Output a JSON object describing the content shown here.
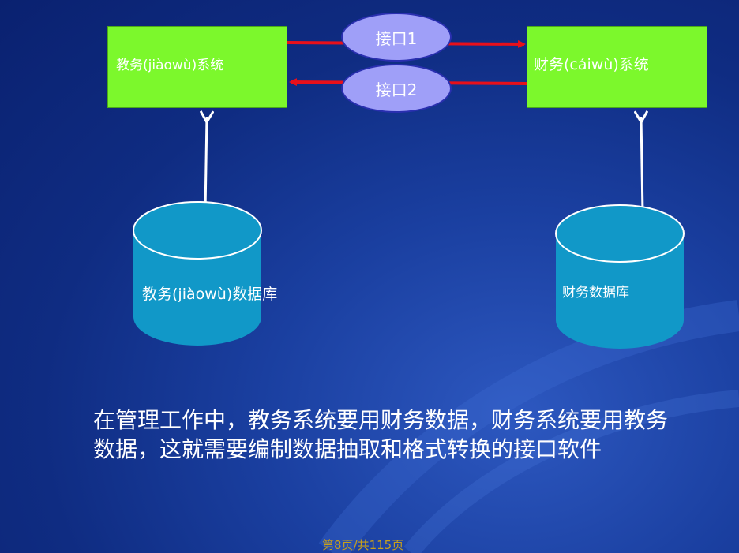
{
  "diagram": {
    "system_left": "教务(jiàowù)系统",
    "system_right": "财务(cáiwù)系统",
    "interface_1": "接口1",
    "interface_2": "接口2",
    "db_left": "教务(jiàowù)数据库",
    "db_right": "财务数据库"
  },
  "body": {
    "paragraph": "在管理工作中，教务系统要用财务数据，财务系统要用教务数据，这就需要编制数据抽取和格式转换的接口软件"
  },
  "footer": {
    "page": "第8页/共115页"
  },
  "colors": {
    "box_fill": "#7cf82c",
    "db_fill": "#1198c8",
    "interface_fill": "#9f9ff8",
    "arrow_red": "#e8101a",
    "background": "#1a3fa0"
  }
}
